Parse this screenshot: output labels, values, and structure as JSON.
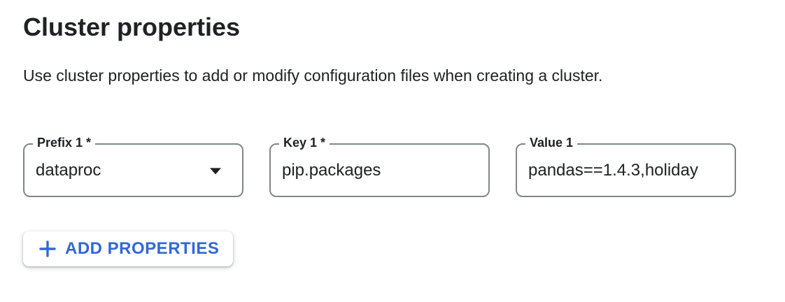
{
  "header": {
    "title": "Cluster properties",
    "description": "Use cluster properties to add or modify configuration files when creating a cluster."
  },
  "property_row": {
    "prefix": {
      "label": "Prefix 1 *",
      "value": "dataproc",
      "icon": "dropdown-arrow-icon"
    },
    "key": {
      "label": "Key 1 *",
      "value": "pip.packages"
    },
    "value": {
      "label": "Value 1",
      "value": "pandas==1.4.3,holiday"
    }
  },
  "actions": {
    "add_properties": {
      "label": "ADD PROPERTIES",
      "icon": "plus-icon"
    }
  },
  "colors": {
    "accent_blue": "#3367d6",
    "border_gray": "#80868b",
    "text_dark": "#202124",
    "background": "#ffffff"
  }
}
